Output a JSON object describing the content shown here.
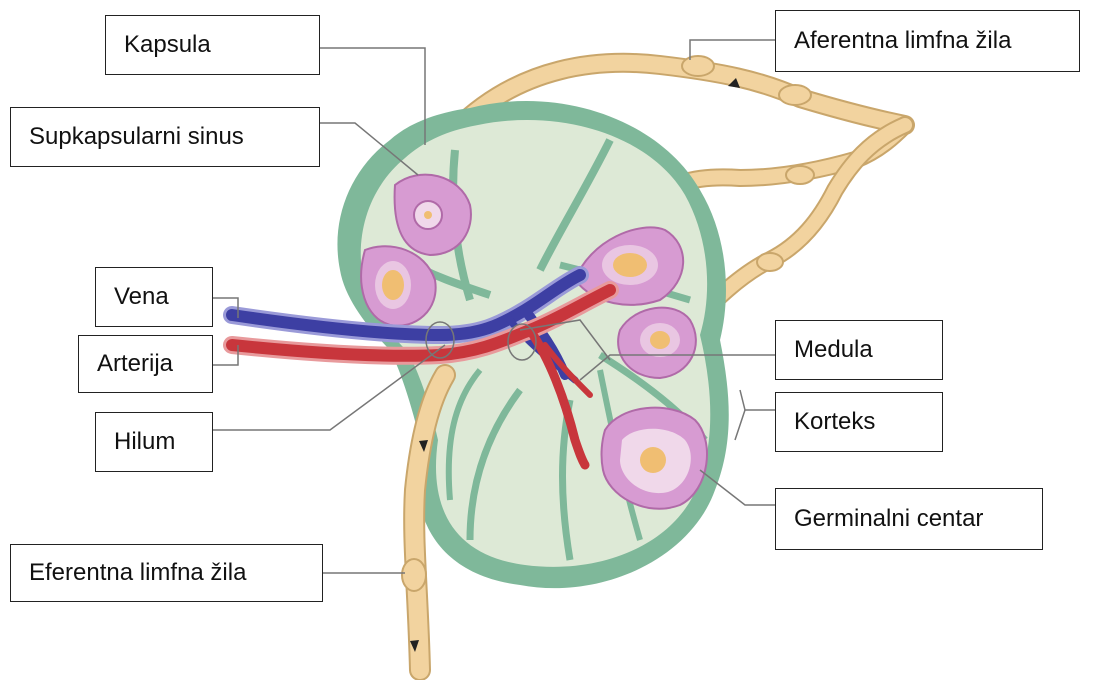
{
  "labels": {
    "kapsula": "Kapsula",
    "supkapsularni_sinus": "Supkapsularni sinus",
    "vena": "Vena",
    "arterija": "Arterija",
    "hilum": "Hilum",
    "eferentna": "Eferentna limfna žila",
    "aferentna": "Aferentna limfna žila",
    "medula": "Medula",
    "korteks": "Korteks",
    "germinalni_centar": "Germinalni centar"
  },
  "colors": {
    "capsule_green": "#7fb89a",
    "node_fill": "#dde9d6",
    "lymph_vessel": "#f2d39f",
    "follicle_pink": "#d79bd2",
    "germinal_center": "#f0be72",
    "vein_blue": "#3d3fa3",
    "artery_red": "#c8363c"
  }
}
